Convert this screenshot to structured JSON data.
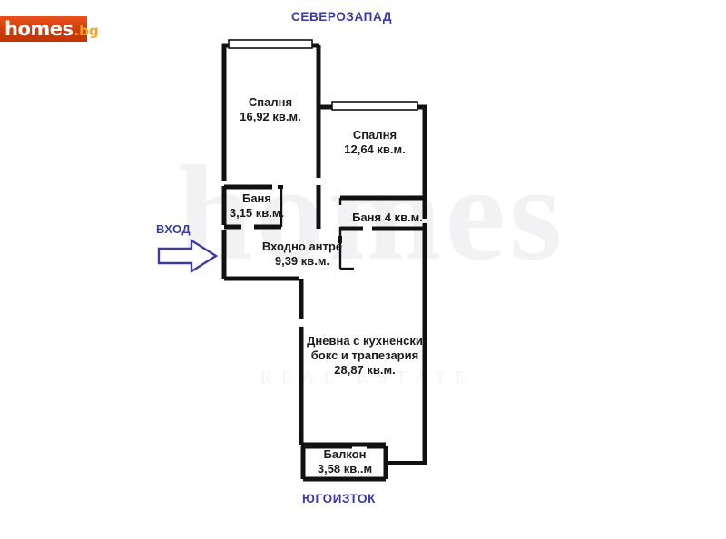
{
  "logo": {
    "main": "homes",
    "sub": ".bg",
    "brand_color": "#d13d0b",
    "accent_color": "#f5a623"
  },
  "compass": {
    "top_label": "СЕВЕРОЗАПАД",
    "bottom_label": "ЮГОИЗТОК",
    "color": "#3b3ba8"
  },
  "entrance": {
    "label": "ВХОД",
    "arrow_direction": "right",
    "color": "#3b3ba8"
  },
  "watermark": {
    "text": "homes",
    "subtitle": "REAL ESTATE",
    "color": "#f2f2f4"
  },
  "floor_plan": {
    "title": "Apartment floor plan",
    "wall_color": "#111111",
    "unit": "кв.м.",
    "rooms": [
      {
        "id": "bedroom1",
        "name": "Спалня",
        "area": "16,92 кв.м."
      },
      {
        "id": "bedroom2",
        "name": "Спалня",
        "area": "12,64 кв.м."
      },
      {
        "id": "bath1",
        "name": "Баня",
        "area": "3,15 кв.м."
      },
      {
        "id": "bath2",
        "name": "Баня",
        "area": "4 кв.м."
      },
      {
        "id": "hall",
        "name": "Входно антре",
        "area": "9,39 кв.м."
      },
      {
        "id": "living",
        "name_line1": "Дневна с кухненски",
        "name_line2": "бокс и трапезария",
        "area": "28,87 кв.м."
      },
      {
        "id": "balcony",
        "name": "Балкон",
        "area": "3,58 кв..м"
      }
    ]
  }
}
